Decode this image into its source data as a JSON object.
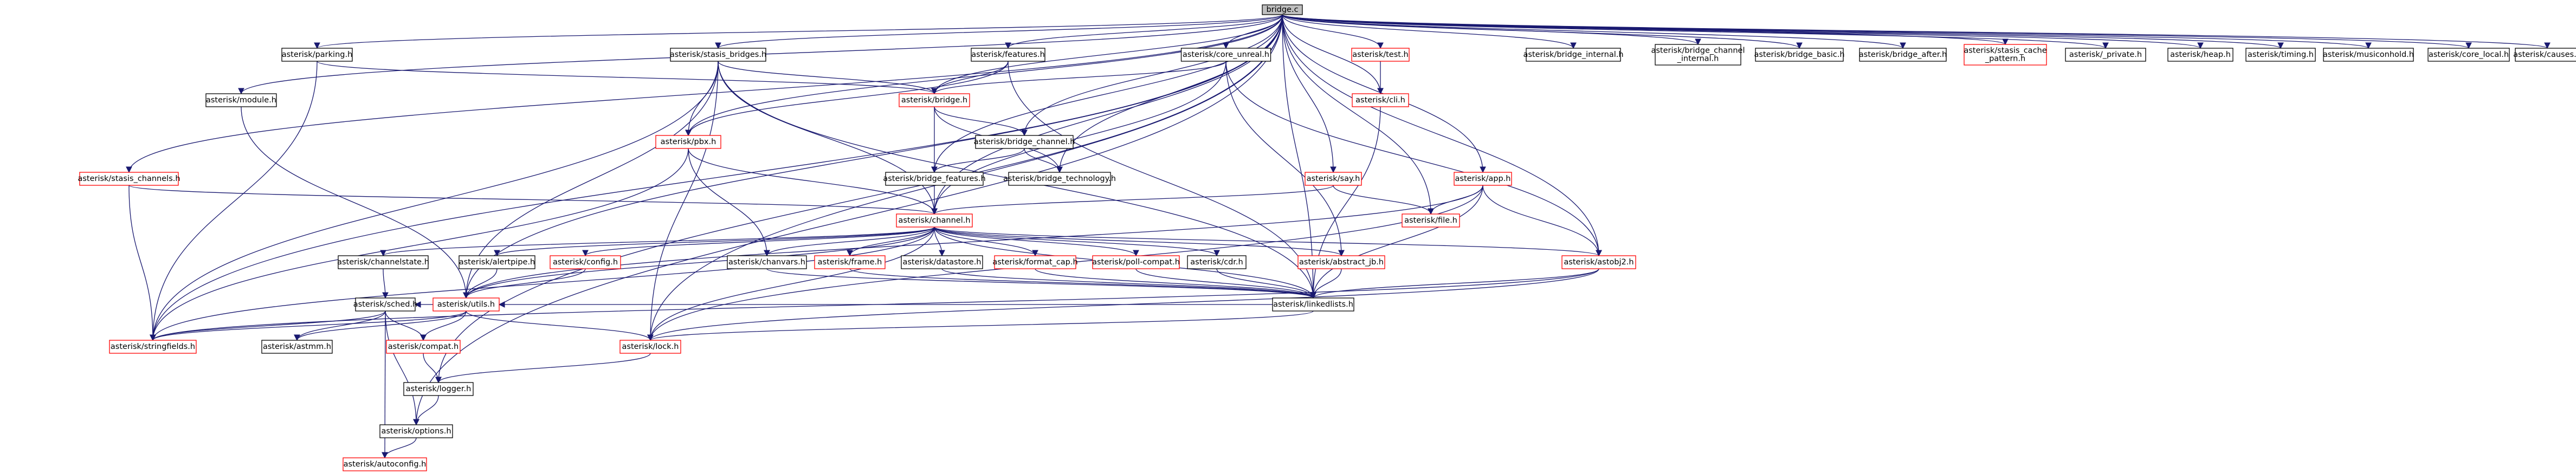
{
  "colors": {
    "edge": "#191970",
    "node_border": "#000000",
    "missing_node_border": "#ff0000",
    "root_fill": "#bfbfbf",
    "node_fill": "#ffffff"
  },
  "nodes": [
    {
      "id": "bridge_c",
      "label": "bridge.c",
      "style": "root"
    },
    {
      "id": "parking_h",
      "label": "asterisk/parking.h",
      "style": "normal"
    },
    {
      "id": "stasis_bridges_h",
      "label": "asterisk/stasis_bridges.h",
      "style": "normal"
    },
    {
      "id": "features_h",
      "label": "asterisk/features.h",
      "style": "normal"
    },
    {
      "id": "core_unreal_h",
      "label": "asterisk/core_unreal.h",
      "style": "normal"
    },
    {
      "id": "test_h",
      "label": "asterisk/test.h",
      "style": "missing"
    },
    {
      "id": "bridge_internal_h",
      "label": "asterisk/bridge_internal.h",
      "style": "normal"
    },
    {
      "id": "bridge_channel_internal_h",
      "label": "asterisk/bridge_channel\n_internal.h",
      "style": "normal"
    },
    {
      "id": "bridge_basic_h",
      "label": "asterisk/bridge_basic.h",
      "style": "normal"
    },
    {
      "id": "bridge_after_h",
      "label": "asterisk/bridge_after.h",
      "style": "normal"
    },
    {
      "id": "stasis_cache_pattern_h",
      "label": "asterisk/stasis_cache\n_pattern.h",
      "style": "missing"
    },
    {
      "id": "private_h",
      "label": "asterisk/_private.h",
      "style": "normal"
    },
    {
      "id": "heap_h",
      "label": "asterisk/heap.h",
      "style": "normal"
    },
    {
      "id": "timing_h",
      "label": "asterisk/timing.h",
      "style": "normal"
    },
    {
      "id": "musiconhold_h",
      "label": "asterisk/musiconhold.h",
      "style": "normal"
    },
    {
      "id": "core_local_h",
      "label": "asterisk/core_local.h",
      "style": "normal"
    },
    {
      "id": "causes_h",
      "label": "asterisk/causes.h",
      "style": "normal"
    },
    {
      "id": "module_h",
      "label": "asterisk/module.h",
      "style": "normal"
    },
    {
      "id": "bridge_h",
      "label": "asterisk/bridge.h",
      "style": "missing"
    },
    {
      "id": "cli_h",
      "label": "asterisk/cli.h",
      "style": "missing"
    },
    {
      "id": "bridge_channel_h",
      "label": "asterisk/bridge_channel.h",
      "style": "normal"
    },
    {
      "id": "pbx_h",
      "label": "asterisk/pbx.h",
      "style": "missing"
    },
    {
      "id": "stasis_channels_h",
      "label": "asterisk/stasis_channels.h",
      "style": "missing"
    },
    {
      "id": "bridge_features_h",
      "label": "asterisk/bridge_features.h",
      "style": "normal"
    },
    {
      "id": "bridge_technology_h",
      "label": "asterisk/bridge_technology.h",
      "style": "normal"
    },
    {
      "id": "say_h",
      "label": "asterisk/say.h",
      "style": "missing"
    },
    {
      "id": "app_h",
      "label": "asterisk/app.h",
      "style": "missing"
    },
    {
      "id": "file_h",
      "label": "asterisk/file.h",
      "style": "missing"
    },
    {
      "id": "channel_h",
      "label": "asterisk/channel.h",
      "style": "missing"
    },
    {
      "id": "channelstate_h",
      "label": "asterisk/channelstate.h",
      "style": "normal"
    },
    {
      "id": "alertpipe_h",
      "label": "asterisk/alertpipe.h",
      "style": "normal"
    },
    {
      "id": "config_h",
      "label": "asterisk/config.h",
      "style": "missing"
    },
    {
      "id": "chanvars_h",
      "label": "asterisk/chanvars.h",
      "style": "normal"
    },
    {
      "id": "frame_h",
      "label": "asterisk/frame.h",
      "style": "missing"
    },
    {
      "id": "datastore_h",
      "label": "asterisk/datastore.h",
      "style": "normal"
    },
    {
      "id": "format_cap_h",
      "label": "asterisk/format_cap.h",
      "style": "missing"
    },
    {
      "id": "poll_compat_h",
      "label": "asterisk/poll-compat.h",
      "style": "missing"
    },
    {
      "id": "cdr_h",
      "label": "asterisk/cdr.h",
      "style": "normal"
    },
    {
      "id": "abstract_jb_h",
      "label": "asterisk/abstract_jb.h",
      "style": "missing"
    },
    {
      "id": "astobj2_h",
      "label": "asterisk/astobj2.h",
      "style": "missing"
    },
    {
      "id": "utils_h",
      "label": "asterisk/utils.h",
      "style": "missing"
    },
    {
      "id": "linkedlists_h",
      "label": "asterisk/linkedlists.h",
      "style": "normal"
    },
    {
      "id": "sched_h",
      "label": "asterisk/sched.h",
      "style": "normal"
    },
    {
      "id": "stringfields_h",
      "label": "asterisk/stringfields.h",
      "style": "missing"
    },
    {
      "id": "astmm_h",
      "label": "asterisk/astmm.h",
      "style": "normal"
    },
    {
      "id": "compat_h",
      "label": "asterisk/compat.h",
      "style": "missing"
    },
    {
      "id": "lock_h",
      "label": "asterisk/lock.h",
      "style": "missing"
    },
    {
      "id": "logger_h",
      "label": "asterisk/logger.h",
      "style": "normal"
    },
    {
      "id": "options_h",
      "label": "asterisk/options.h",
      "style": "normal"
    },
    {
      "id": "autoconfig_h",
      "label": "asterisk/autoconfig.h",
      "style": "missing"
    }
  ],
  "edges": [
    [
      "bridge_c",
      "parking_h"
    ],
    [
      "bridge_c",
      "stasis_bridges_h"
    ],
    [
      "bridge_c",
      "features_h"
    ],
    [
      "bridge_c",
      "core_unreal_h"
    ],
    [
      "bridge_c",
      "test_h"
    ],
    [
      "bridge_c",
      "bridge_internal_h"
    ],
    [
      "bridge_c",
      "bridge_channel_internal_h"
    ],
    [
      "bridge_c",
      "bridge_basic_h"
    ],
    [
      "bridge_c",
      "bridge_after_h"
    ],
    [
      "bridge_c",
      "stasis_cache_pattern_h"
    ],
    [
      "bridge_c",
      "private_h"
    ],
    [
      "bridge_c",
      "heap_h"
    ],
    [
      "bridge_c",
      "timing_h"
    ],
    [
      "bridge_c",
      "musiconhold_h"
    ],
    [
      "bridge_c",
      "core_local_h"
    ],
    [
      "bridge_c",
      "causes_h"
    ],
    [
      "bridge_c",
      "module_h"
    ],
    [
      "bridge_c",
      "bridge_h"
    ],
    [
      "bridge_c",
      "cli_h"
    ],
    [
      "bridge_c",
      "bridge_channel_h"
    ],
    [
      "bridge_c",
      "pbx_h"
    ],
    [
      "bridge_c",
      "stasis_channels_h"
    ],
    [
      "bridge_c",
      "bridge_features_h"
    ],
    [
      "bridge_c",
      "bridge_technology_h"
    ],
    [
      "bridge_c",
      "say_h"
    ],
    [
      "bridge_c",
      "app_h"
    ],
    [
      "bridge_c",
      "file_h"
    ],
    [
      "bridge_c",
      "channel_h"
    ],
    [
      "bridge_c",
      "astobj2_h"
    ],
    [
      "bridge_c",
      "utils_h"
    ],
    [
      "bridge_c",
      "linkedlists_h"
    ],
    [
      "bridge_c",
      "lock_h"
    ],
    [
      "bridge_c",
      "stringfields_h"
    ],
    [
      "bridge_c",
      "logger_h"
    ],
    [
      "bridge_c",
      "options_h"
    ],
    [
      "parking_h",
      "bridge_h"
    ],
    [
      "parking_h",
      "stringfields_h"
    ],
    [
      "stasis_bridges_h",
      "bridge_h"
    ],
    [
      "stasis_bridges_h",
      "pbx_h"
    ],
    [
      "stasis_bridges_h",
      "channel_h"
    ],
    [
      "stasis_bridges_h",
      "stringfields_h"
    ],
    [
      "stasis_bridges_h",
      "utils_h"
    ],
    [
      "stasis_bridges_h",
      "linkedlists_h"
    ],
    [
      "stasis_bridges_h",
      "lock_h"
    ],
    [
      "features_h",
      "bridge_h"
    ],
    [
      "features_h",
      "pbx_h"
    ],
    [
      "features_h",
      "linkedlists_h"
    ],
    [
      "core_unreal_h",
      "bridge_h"
    ],
    [
      "core_unreal_h",
      "channel_h"
    ],
    [
      "core_unreal_h",
      "abstract_jb_h"
    ],
    [
      "core_unreal_h",
      "astobj2_h"
    ],
    [
      "test_h",
      "cli_h"
    ],
    [
      "module_h",
      "utils_h"
    ],
    [
      "bridge_h",
      "bridge_channel_h"
    ],
    [
      "bridge_h",
      "bridge_features_h"
    ],
    [
      "bridge_h",
      "bridge_technology_h"
    ],
    [
      "cli_h",
      "linkedlists_h"
    ],
    [
      "bridge_channel_h",
      "bridge_features_h"
    ],
    [
      "bridge_channel_h",
      "bridge_technology_h"
    ],
    [
      "pbx_h",
      "channel_h"
    ],
    [
      "pbx_h",
      "chanvars_h"
    ],
    [
      "pbx_h",
      "stringfields_h"
    ],
    [
      "stasis_channels_h",
      "channel_h"
    ],
    [
      "stasis_channels_h",
      "stringfields_h"
    ],
    [
      "bridge_features_h",
      "channel_h"
    ],
    [
      "say_h",
      "channel_h"
    ],
    [
      "say_h",
      "file_h"
    ],
    [
      "app_h",
      "file_h"
    ],
    [
      "app_h",
      "astobj2_h"
    ],
    [
      "app_h",
      "linkedlists_h"
    ],
    [
      "app_h",
      "utils_h"
    ],
    [
      "app_h",
      "lock_h"
    ],
    [
      "channel_h",
      "channelstate_h"
    ],
    [
      "channel_h",
      "alertpipe_h"
    ],
    [
      "channel_h",
      "config_h"
    ],
    [
      "channel_h",
      "chanvars_h"
    ],
    [
      "channel_h",
      "frame_h"
    ],
    [
      "channel_h",
      "datastore_h"
    ],
    [
      "channel_h",
      "format_cap_h"
    ],
    [
      "channel_h",
      "poll_compat_h"
    ],
    [
      "channel_h",
      "cdr_h"
    ],
    [
      "channel_h",
      "abstract_jb_h"
    ],
    [
      "channel_h",
      "astobj2_h"
    ],
    [
      "channel_h",
      "utils_h"
    ],
    [
      "channel_h",
      "linkedlists_h"
    ],
    [
      "channel_h",
      "stringfields_h"
    ],
    [
      "channel_h",
      "lock_h"
    ],
    [
      "channelstate_h",
      "sched_h"
    ],
    [
      "alertpipe_h",
      "utils_h"
    ],
    [
      "config_h",
      "utils_h"
    ],
    [
      "chanvars_h",
      "linkedlists_h"
    ],
    [
      "frame_h",
      "linkedlists_h"
    ],
    [
      "datastore_h",
      "linkedlists_h"
    ],
    [
      "format_cap_h",
      "linkedlists_h"
    ],
    [
      "poll_compat_h",
      "linkedlists_h"
    ],
    [
      "cdr_h",
      "linkedlists_h"
    ],
    [
      "abstract_jb_h",
      "linkedlists_h"
    ],
    [
      "astobj2_h",
      "linkedlists_h"
    ],
    [
      "astobj2_h",
      "lock_h"
    ],
    [
      "astobj2_h",
      "stringfields_h"
    ],
    [
      "utils_h",
      "sched_h"
    ],
    [
      "utils_h",
      "stringfields_h"
    ],
    [
      "utils_h",
      "astmm_h"
    ],
    [
      "utils_h",
      "compat_h"
    ],
    [
      "utils_h",
      "lock_h"
    ],
    [
      "linkedlists_h",
      "lock_h"
    ],
    [
      "linkedlists_h",
      "utils_h"
    ],
    [
      "sched_h",
      "stringfields_h"
    ],
    [
      "sched_h",
      "astmm_h"
    ],
    [
      "sched_h",
      "compat_h"
    ],
    [
      "sched_h",
      "options_h"
    ],
    [
      "sched_h",
      "autoconfig_h"
    ],
    [
      "compat_h",
      "logger_h"
    ],
    [
      "lock_h",
      "logger_h"
    ],
    [
      "logger_h",
      "options_h"
    ],
    [
      "options_h",
      "autoconfig_h"
    ]
  ]
}
